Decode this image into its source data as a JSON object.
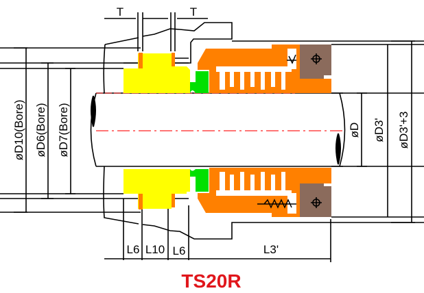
{
  "title": "TS20R",
  "labels": {
    "t_left": "T",
    "t_right": "T",
    "d10": "øD10(Bore)",
    "d6": "øD6(Bore)",
    "d7": "øD7(Bore)",
    "d": "øD",
    "d3p": "øD3'",
    "d3p3": "øD3'+3",
    "l6a": "L6",
    "l10": "L10",
    "l6b": "L6",
    "l3p": "L3'"
  },
  "colors": {
    "seat": "#ffff00",
    "oring": "#00e000",
    "bellows": "#ff8000",
    "collar": "#8b6b5c",
    "centerline": "#ff2020",
    "title": "#e0161b"
  }
}
